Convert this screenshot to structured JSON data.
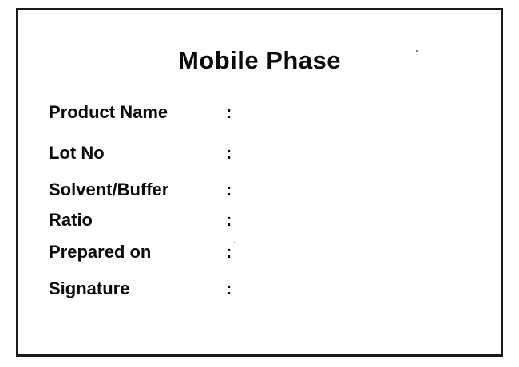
{
  "label": {
    "title": "Mobile Phase",
    "fields": [
      {
        "label": "Product Name",
        "colon": ":",
        "value": ""
      },
      {
        "label": "Lot No",
        "colon": ":",
        "value": ""
      },
      {
        "label": "Solvent/Buffer",
        "colon": ":",
        "value": ""
      },
      {
        "label": "Ratio",
        "colon": ":",
        "value": ""
      },
      {
        "label": "Prepared on",
        "colon": ":",
        "value": ""
      },
      {
        "label": "Signature",
        "colon": ":",
        "value": ""
      }
    ]
  }
}
